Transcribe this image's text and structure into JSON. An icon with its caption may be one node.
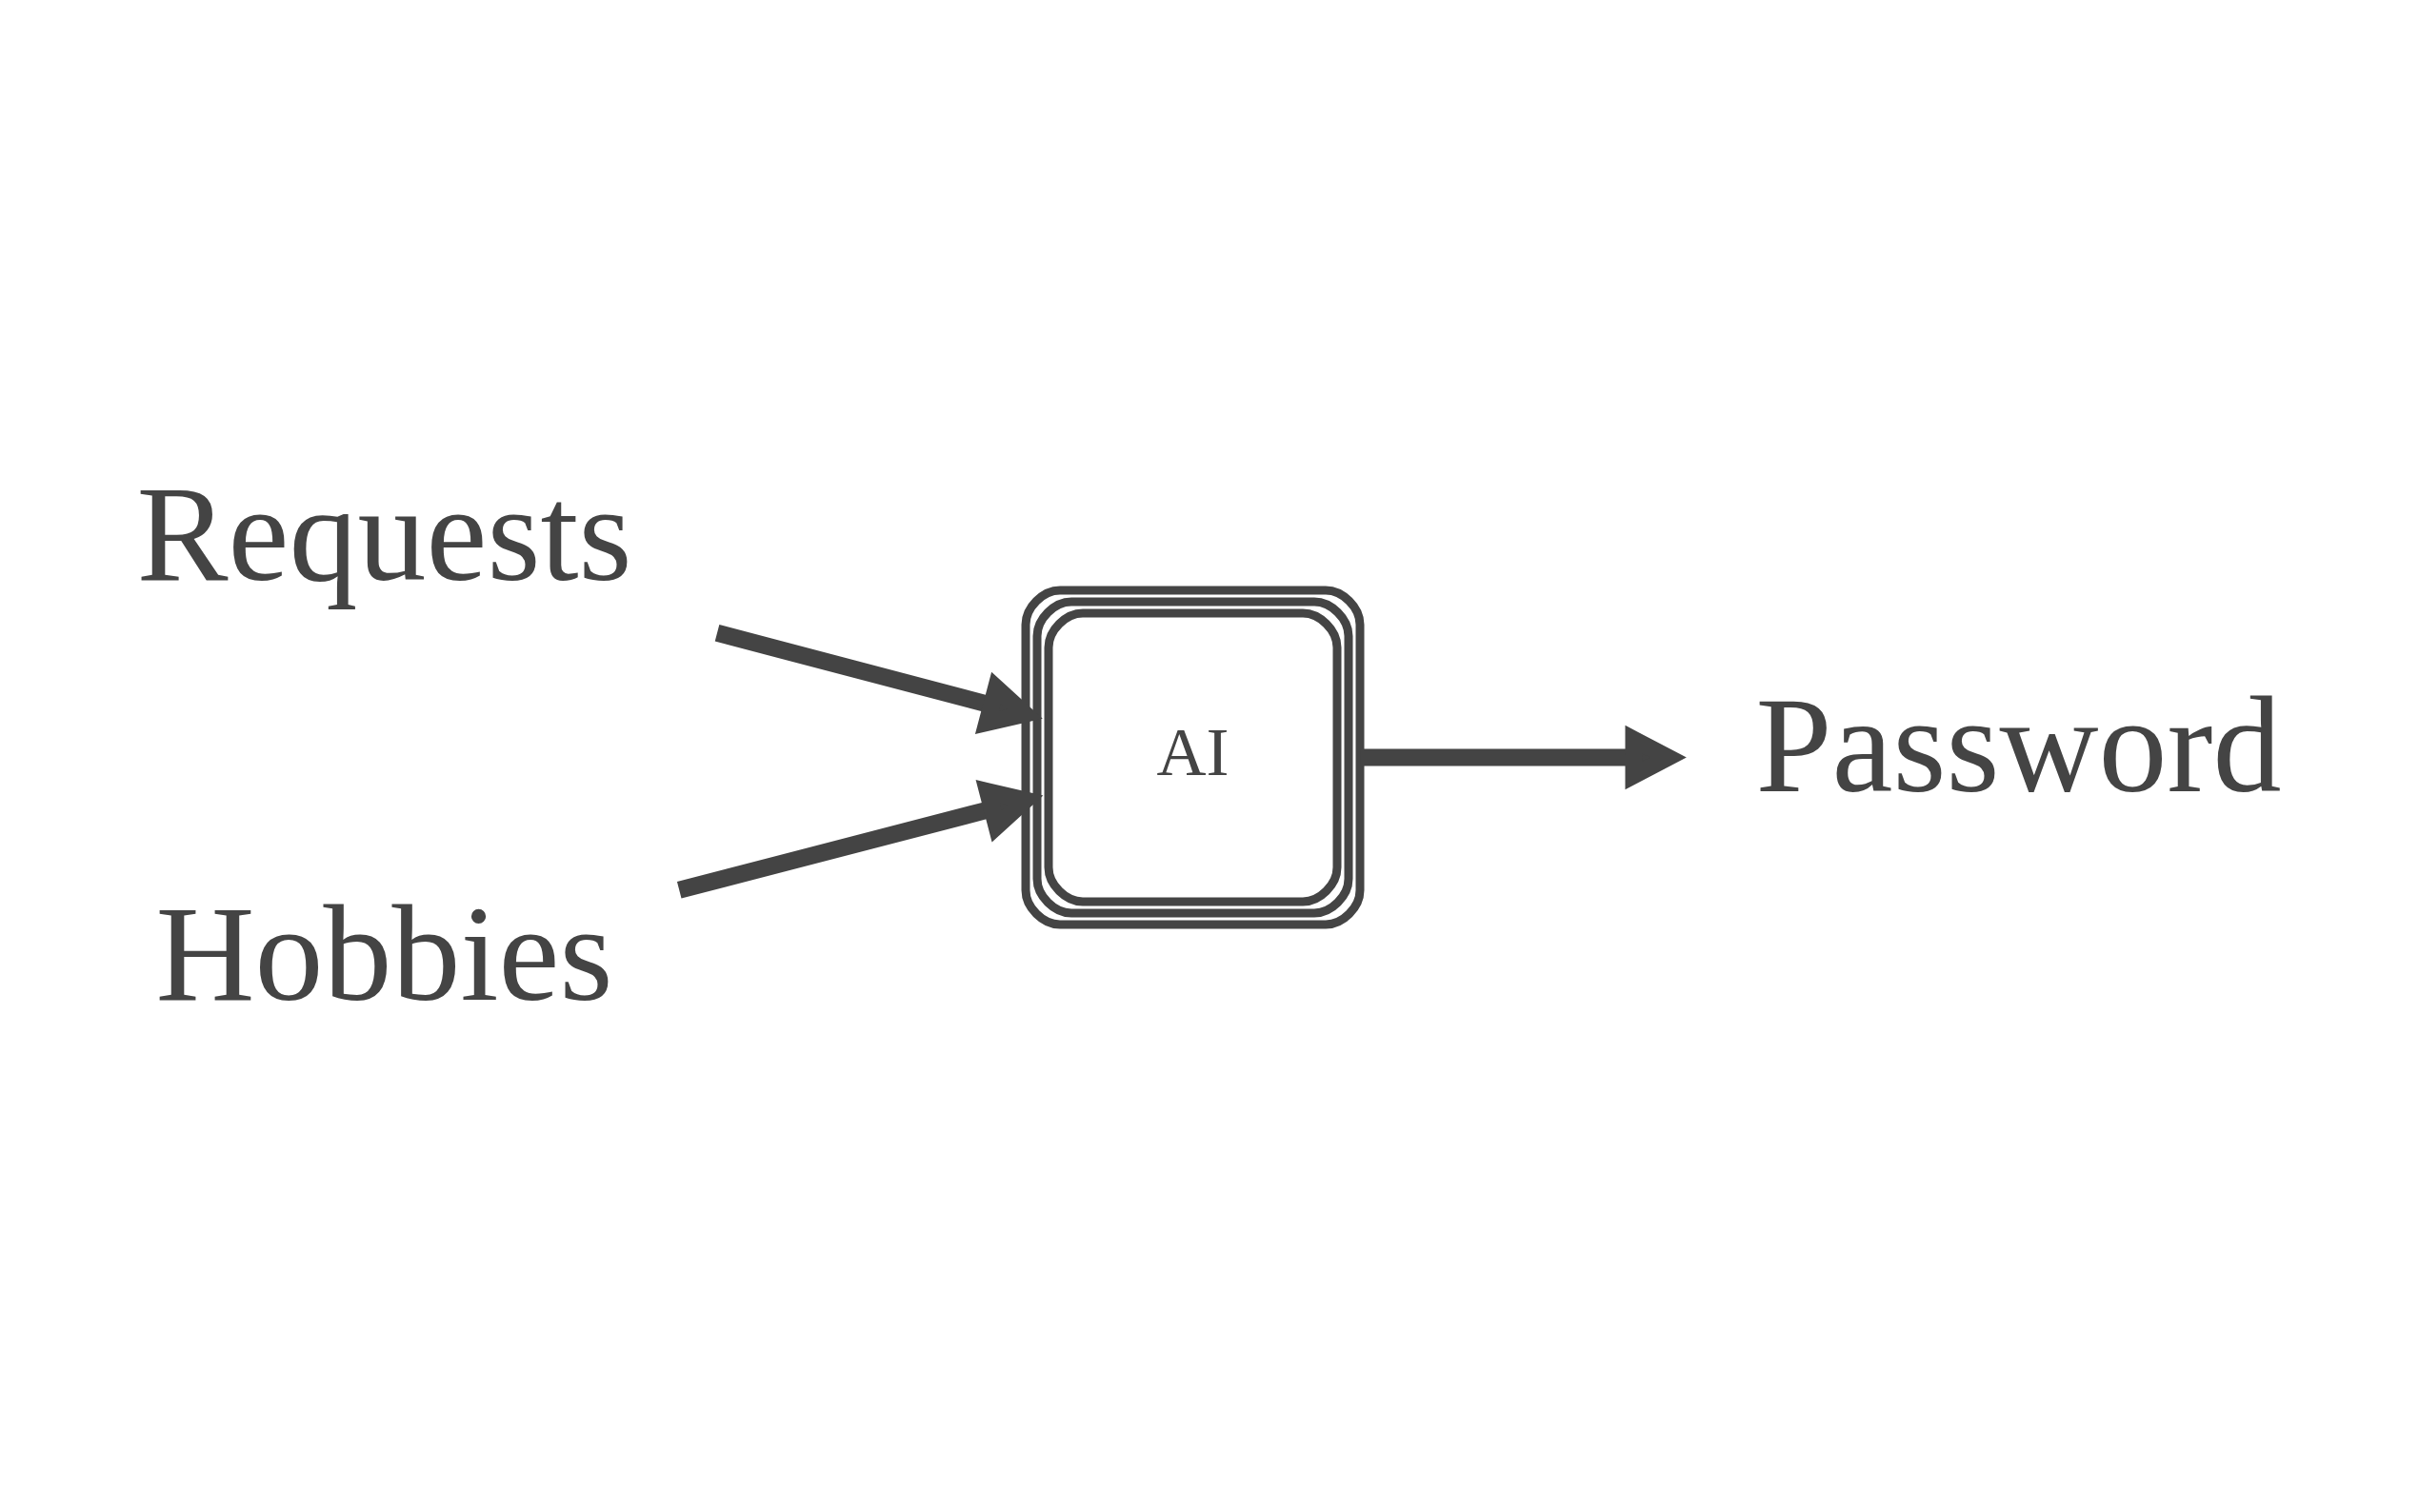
{
  "diagram": {
    "nodes": [
      {
        "text": [
          "Requests"
        ]
      },
      {
        "text": [
          "Hobbies"
        ]
      },
      {
        "text": [
          "AI"
        ]
      },
      {
        "text": [
          "Password"
        ]
      }
    ],
    "edges": [
      {
        "from": 0,
        "to": 2,
        "arrow": "to"
      },
      {
        "from": 1,
        "to": 2,
        "arrow": "to"
      },
      {
        "from": 2,
        "to": 3,
        "arrow": "to"
      }
    ]
  }
}
